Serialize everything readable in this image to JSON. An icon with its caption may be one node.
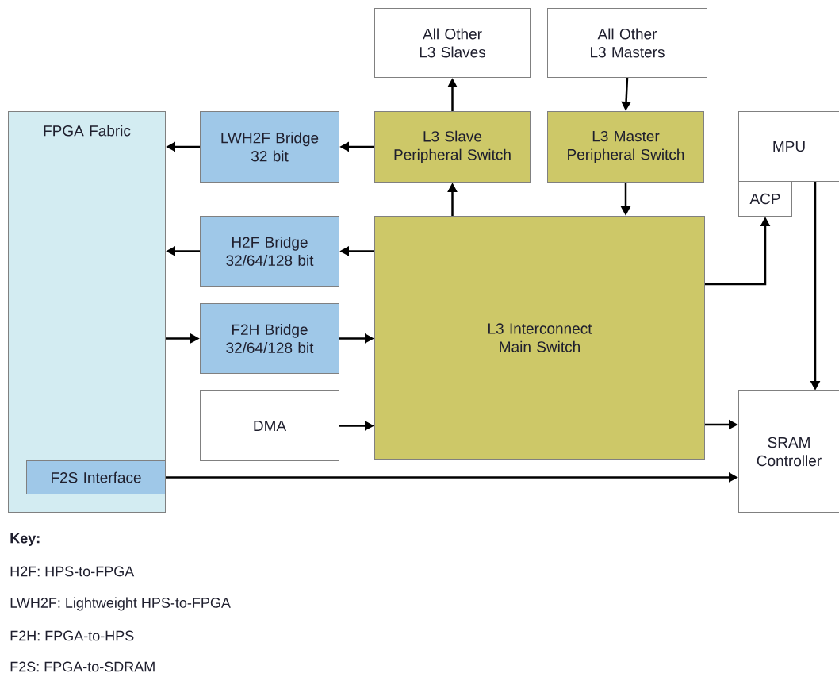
{
  "diagram": {
    "nodes": [
      {
        "text": [
          "All Other L3 Slaves"
        ]
      },
      {
        "text": [
          "All Other L3 Masters"
        ]
      },
      {
        "text": [
          "FPGA Fabric"
        ]
      },
      {
        "text": [
          "F2S Interface"
        ],
        "in": 2
      },
      {
        "text": [
          "LWH2F Bridge 32 bit"
        ]
      },
      {
        "text": [
          "L3 Slave Peripheral Switch"
        ]
      },
      {
        "text": [
          "L3 Master Peripheral Switch"
        ]
      },
      {
        "text": [
          "MPU"
        ]
      },
      {
        "text": [
          "ACP"
        ]
      },
      {
        "text": [
          "H2F Bridge 32/64/128 bit"
        ]
      },
      {
        "text": [
          "L3 Interconnect Main Switch"
        ]
      },
      {
        "text": [
          "F2H Bridge 32/64/128 bit"
        ]
      },
      {
        "text": [
          "DMA"
        ]
      },
      {
        "text": [
          "SRAM Controller"
        ]
      }
    ],
    "edges": [
      {
        "from": 5,
        "to": 0,
        "arrow": "to"
      },
      {
        "from": 1,
        "to": 6,
        "arrow": "to"
      },
      {
        "from": 5,
        "to": 4,
        "arrow": "to"
      },
      {
        "from": 4,
        "to": 2,
        "arrow": "to"
      },
      {
        "from": 10,
        "to": 5,
        "arrow": "to"
      },
      {
        "from": 6,
        "to": 10,
        "arrow": "to"
      },
      {
        "from": 10,
        "to": 9,
        "arrow": "to"
      },
      {
        "from": 9,
        "to": 2,
        "arrow": "to"
      },
      {
        "from": 2,
        "to": 11,
        "arrow": "to"
      },
      {
        "from": 11,
        "to": 10,
        "arrow": "to"
      },
      {
        "from": 12,
        "to": 10,
        "arrow": "to"
      },
      {
        "from": 10,
        "to": 8,
        "arrow": "to"
      },
      {
        "from": 7,
        "to": 13,
        "arrow": "to"
      },
      {
        "from": 10,
        "to": 13,
        "arrow": "to"
      },
      {
        "from": 3,
        "to": 13,
        "arrow": "to"
      }
    ],
    "labels": [
      "Key:",
      "H2F: HPS-to-FPGA",
      "LWH2F: Lightweight HPS-to-FPGA",
      "F2H: FPGA-to-HPS",
      "F2S: FPGA-to-SDRAM"
    ]
  }
}
